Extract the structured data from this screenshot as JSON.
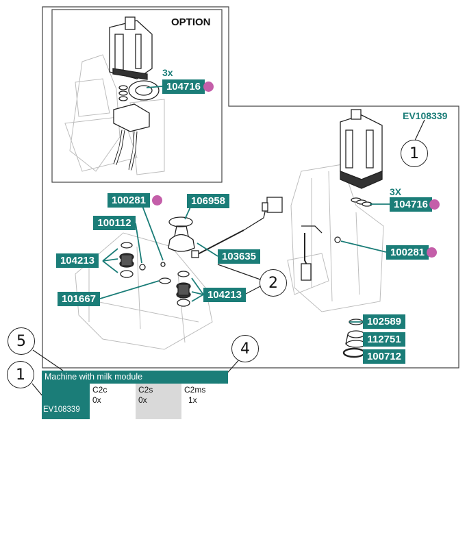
{
  "option_label": "OPTION",
  "main_kit_code": "EV108339",
  "option_tags": {
    "qty": "3x",
    "part": "104716"
  },
  "parts": {
    "p100281_left": "100281",
    "p106958": "106958",
    "p100112": "100112",
    "p104213_left": "104213",
    "p103635": "103635",
    "p101667": "101667",
    "p104213_right": "104213",
    "qty_3x_upper": "3X",
    "p104716": "104716",
    "p100281_right": "100281",
    "p102589": "102589",
    "p112751": "112751",
    "p100712": "100712"
  },
  "callouts": {
    "c1_top": "1",
    "c2": "2",
    "c5": "5",
    "c1_legend": "1",
    "c4": "4"
  },
  "matrix": {
    "header": "Machine with milk module",
    "row_code": "EV108339",
    "columns": [
      {
        "name": "C2c",
        "qty": "0x",
        "shaded": false
      },
      {
        "name": "C2s",
        "qty": "0x",
        "shaded": true
      },
      {
        "name": "C2ms",
        "qty": "1x",
        "shaded": false
      }
    ]
  },
  "colors": {
    "tag": "#1b7d78",
    "highlight_dot": "#c45ea9",
    "drawing_line": "#c8c8c8"
  }
}
